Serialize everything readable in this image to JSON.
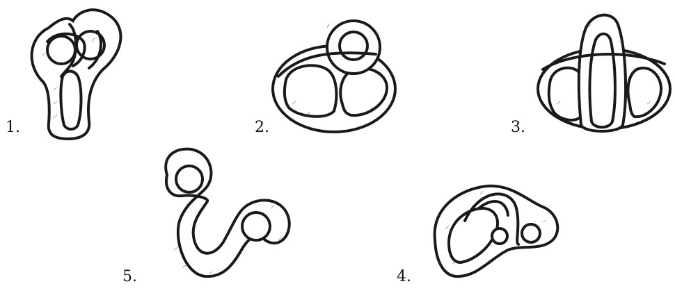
{
  "figures": [
    {
      "label": "1."
    },
    {
      "label": "2."
    },
    {
      "label": "3."
    },
    {
      "label": "4."
    },
    {
      "label": "5."
    }
  ]
}
